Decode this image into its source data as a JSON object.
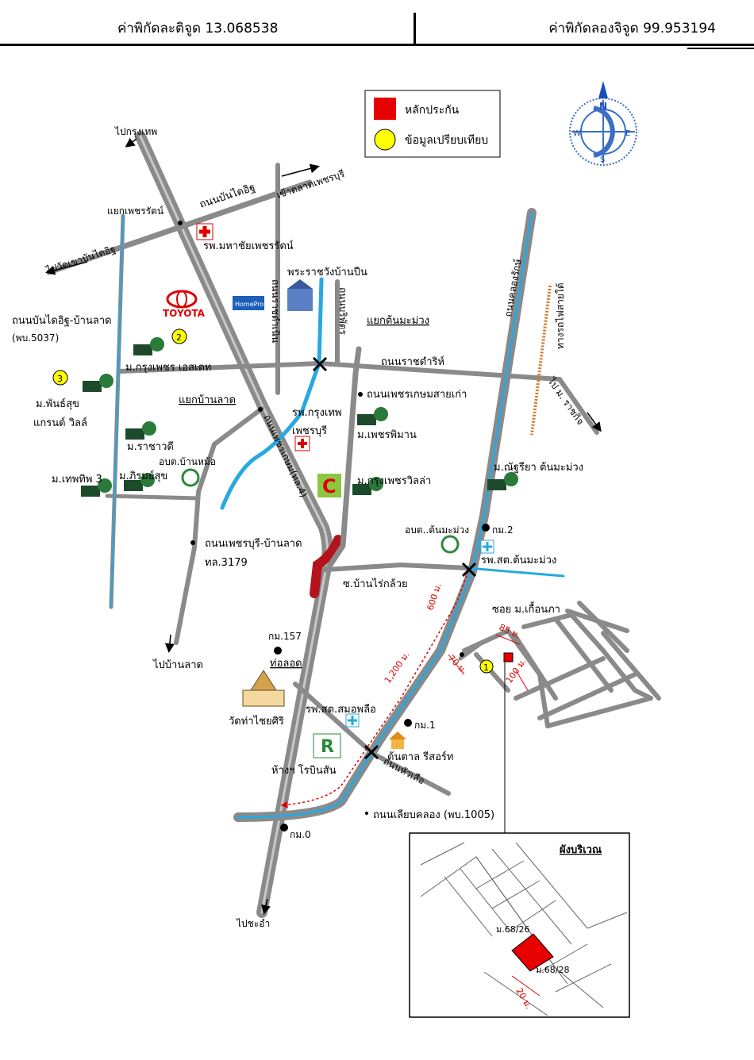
{
  "header": {
    "latitude_label": "ค่าพิกัดละติจูด 13.068538",
    "longitude_label": "ค่าพิกัดลองจิจูด 99.953194"
  },
  "legend": {
    "collateral_label": "หลักประกัน",
    "comparable_label": "ข้อมูลเปรียบเทียบ",
    "collateral_color": "#e60000",
    "comparable_color": "#ffff00"
  },
  "compass": {
    "north": "N",
    "south": "S",
    "east": "E",
    "west": "W"
  },
  "labels": {
    "to_bangkok": "ไปกรุงเทพ",
    "ban_dai_it_road": "ถนนบันไดอิฐ",
    "to_phetchaburi_market": "เข้าตลาดเพชรบุรี",
    "phetcharat_junction": "แยกเพชรรัตน์",
    "mahachai_hospital": "รพ.มหาชัยเพชรรัตน์",
    "to_wat_khao_bandaiit": "ไปวัดเขาบันไดอิฐ",
    "toyota": "TOYOTA",
    "homepro": "HomePro",
    "ban_puen_palace": "พระราชวังบ้านปืน",
    "ratchawithi_alt": "ถนนราชดำเนิน",
    "borirak_road": "ถนนบริพัตร",
    "ton_mamuang_junction": "แยกต้นมะม่วง",
    "bandaiit_banlat_road": "ถนนบันไดอิฐ-บ้านลาด",
    "pb5037": "(พบ.5037)",
    "krung_phet_estate": "ม.กรุงเพชร เอสเตท",
    "comp2": "2",
    "comp3": "3",
    "phansuk_grand": "ม.พันธ์สุข",
    "phansuk_grand2": "แกรนด์ วิลล์",
    "ratchawithi_road": "ถนนราชดำริห์",
    "railway": "ทางรถไฟสายใต้",
    "to_ratchakit": "ไป ม. ราชกิจ",
    "khlong_road": "ถนนคลองรักษ์",
    "ban_lat_junction": "แยกบ้านลาด",
    "phetkasem_old_road": "ถนนเพชรเกษมสายเก่า",
    "bangkok_hospital": "รพ.กรุงเทพ",
    "bangkok_hospital2": "เพชรบุรี",
    "phetkasem_road": "ถนนเพชรเกษม(ทล.4)",
    "ratchawadee": "ม.ราชาวดี",
    "phet_phiman": "ม.เพชรพิมาน",
    "ban_mo_sao": "อบต.บ้านหม้อ",
    "chatchuri": "ม.ณัฐรียา ต้นมะม่วง",
    "thepthip3": "ม.เทพทิพ 3",
    "phirom_suk": "ม.ภิรมย์สุข",
    "krung_phet_villa": "ม.กรุงเพชรวิลล่า",
    "km2": "กม.2",
    "ton_mamuang_tao": "อบต..ต้นมะม่วง",
    "phetburi_banlat_road": "ถนนเพชรบุรี-บ้านลาด",
    "tl3179": "ทล.3179",
    "health_ton_mamuang": "รพ.สต.ต้นมะม่วง",
    "soi_ban_rai": "ซ.บ้านไร่กล้วย",
    "dist_600": "600 ม.",
    "soi_kueanpha": "ซอย ม.เกื้อนภา",
    "dist_85": "85 ม.",
    "to_ban_lat": "ไปบ้านลาด",
    "km157": "กม.157",
    "dist_1200": "1,200 ม.",
    "dist_70": "70 ม.",
    "comp1": "1",
    "dist_100": "100 ม.",
    "culvert": "ท่อลอด",
    "wat_tha_chai_siri": "วัดท่าไชยศิริ",
    "health_samorplue": "รพ.สต.สมอพลือ",
    "km1": "กม.1",
    "robinson": "ห้างฯ โรบินสัน",
    "ton_tan_resort": "ต้นตาล รีสอร์ท",
    "hua_sua_road": "ถนนหัวเสือ",
    "canal_road": "ถนนเลียบคลอง (พบ.1005)",
    "km0": "กม.0",
    "to_cha_am": "ไปชะอำ",
    "site_plan": "ผังบริเวณ",
    "plot_26": "ม.68/26",
    "plot_28": "ม.68/28",
    "dist_20": "20 ม."
  }
}
